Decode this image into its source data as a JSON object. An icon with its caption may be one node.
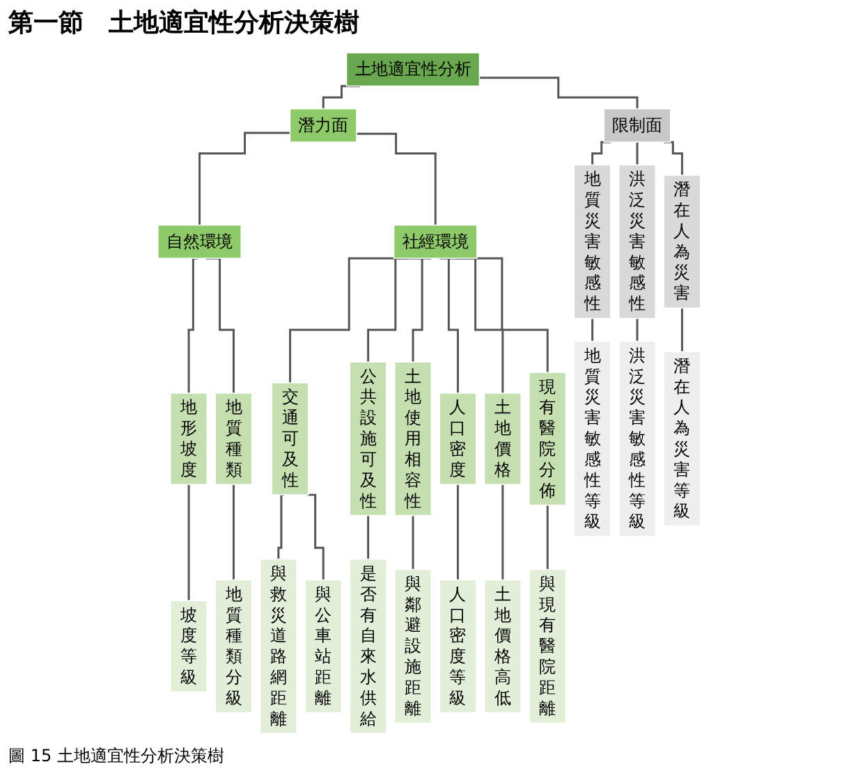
{
  "diagram": {
    "title": "第一節　土地適宜性分析決策樹",
    "caption": "圖 15 土地適宜性分析決策樹",
    "nodes": [
      {
        "text": [
          "土地適宜性分析"
        ]
      },
      {
        "text": [
          "潛力面"
        ]
      },
      {
        "text": [
          "限制面"
        ]
      },
      {
        "text": [
          "自然環境"
        ]
      },
      {
        "text": [
          "社經環境"
        ]
      },
      {
        "text": [
          "地形坡度"
        ]
      },
      {
        "text": [
          "地質種類"
        ]
      },
      {
        "text": [
          "交通可及性"
        ]
      },
      {
        "text": [
          "公共設施可及性"
        ]
      },
      {
        "text": [
          "土地使用相容性"
        ]
      },
      {
        "text": [
          "人口密度"
        ]
      },
      {
        "text": [
          "土地價格"
        ]
      },
      {
        "text": [
          "現有醫院分佈"
        ]
      },
      {
        "text": [
          "地質災害敏感性"
        ]
      },
      {
        "text": [
          "洪泛災害敏感性"
        ]
      },
      {
        "text": [
          "潛在人為災害"
        ]
      },
      {
        "text": [
          "坡度等級"
        ]
      },
      {
        "text": [
          "地質種類分級"
        ]
      },
      {
        "text": [
          "與救災道路網距離"
        ]
      },
      {
        "text": [
          "與公車站距離"
        ]
      },
      {
        "text": [
          "是否有自來水供給"
        ]
      },
      {
        "text": [
          "與鄰避設施距離"
        ]
      },
      {
        "text": [
          "人口密度等級"
        ]
      },
      {
        "text": [
          "土地價格高低"
        ]
      },
      {
        "text": [
          "與現有醫院距離"
        ]
      },
      {
        "text": [
          "地質災害敏感性等級"
        ]
      },
      {
        "text": [
          "洪泛災害敏感性等級"
        ]
      },
      {
        "text": [
          "潛在人為災害等級"
        ]
      }
    ],
    "edges": [
      {
        "from": 0,
        "to": 1,
        "arrow": "none"
      },
      {
        "from": 0,
        "to": 2,
        "arrow": "none"
      },
      {
        "from": 1,
        "to": 3,
        "arrow": "none"
      },
      {
        "from": 1,
        "to": 4,
        "arrow": "none"
      },
      {
        "from": 3,
        "to": 5,
        "arrow": "none"
      },
      {
        "from": 3,
        "to": 6,
        "arrow": "none"
      },
      {
        "from": 4,
        "to": 7,
        "arrow": "none"
      },
      {
        "from": 4,
        "to": 8,
        "arrow": "none"
      },
      {
        "from": 4,
        "to": 9,
        "arrow": "none"
      },
      {
        "from": 4,
        "to": 10,
        "arrow": "none"
      },
      {
        "from": 4,
        "to": 11,
        "arrow": "none"
      },
      {
        "from": 4,
        "to": 12,
        "arrow": "none"
      },
      {
        "from": 2,
        "to": 13,
        "arrow": "none"
      },
      {
        "from": 2,
        "to": 14,
        "arrow": "none"
      },
      {
        "from": 2,
        "to": 15,
        "arrow": "none"
      },
      {
        "from": 5,
        "to": 16,
        "arrow": "none"
      },
      {
        "from": 6,
        "to": 17,
        "arrow": "none"
      },
      {
        "from": 7,
        "to": 18,
        "arrow": "none"
      },
      {
        "from": 7,
        "to": 19,
        "arrow": "none"
      },
      {
        "from": 8,
        "to": 20,
        "arrow": "none"
      },
      {
        "from": 9,
        "to": 21,
        "arrow": "none"
      },
      {
        "from": 10,
        "to": 22,
        "arrow": "none"
      },
      {
        "from": 11,
        "to": 23,
        "arrow": "none"
      },
      {
        "from": 12,
        "to": 24,
        "arrow": "none"
      },
      {
        "from": 13,
        "to": 25,
        "arrow": "none"
      },
      {
        "from": 14,
        "to": 26,
        "arrow": "none"
      },
      {
        "from": 15,
        "to": 27,
        "arrow": "none"
      }
    ]
  }
}
